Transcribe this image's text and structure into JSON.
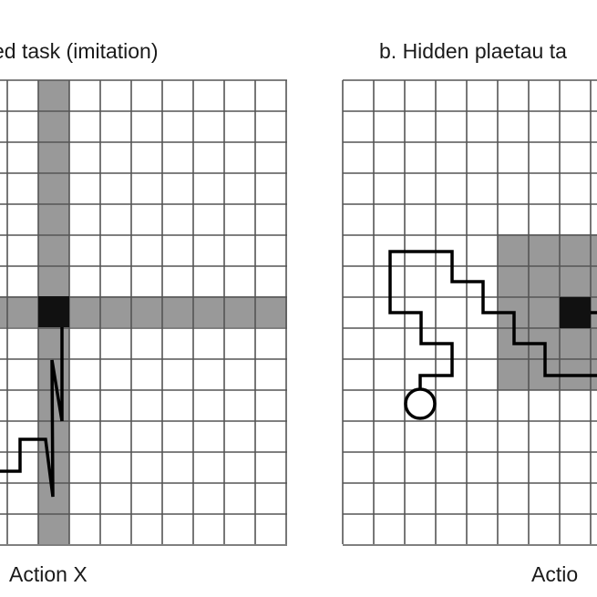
{
  "panel_a": {
    "title": "ed task (imitation)",
    "xlabel": "Action X"
  },
  "panel_b": {
    "title": "b. Hidden plaetau ta",
    "xlabel": "Actio"
  },
  "colors": {
    "grid_line": "#555555",
    "highlight": "#999999",
    "target": "#111111",
    "path": "#000000"
  }
}
